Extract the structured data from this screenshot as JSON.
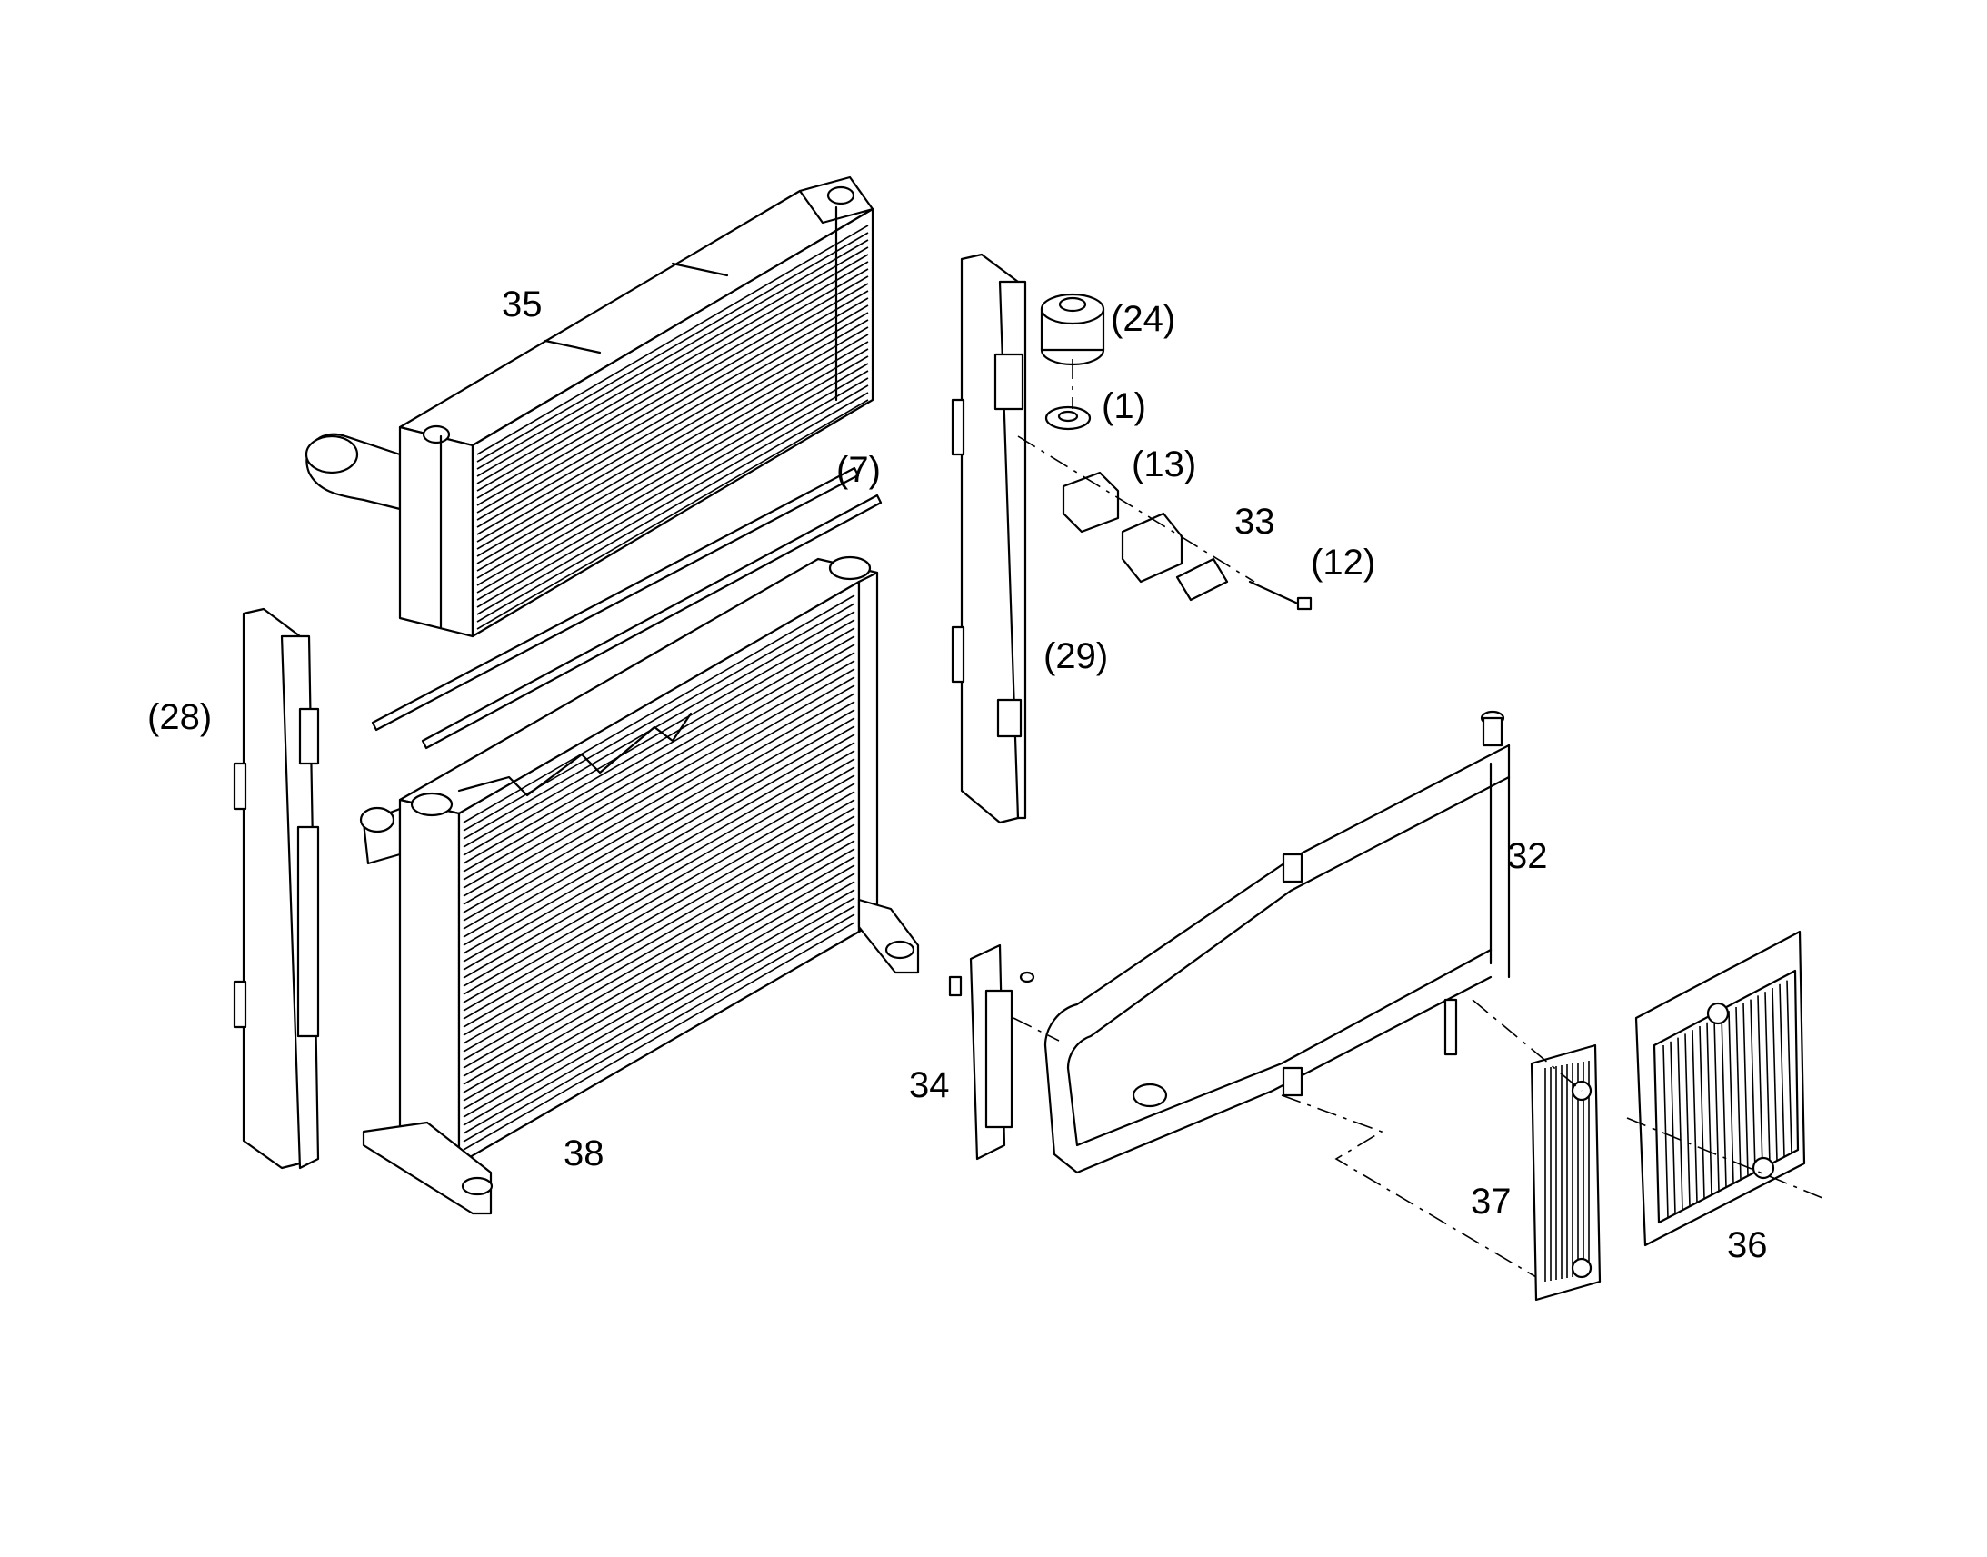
{
  "callouts": {
    "c35": "35",
    "c24": "(24)",
    "c1": "(1)",
    "c13": "(13)",
    "c7": "(7)",
    "c33": "33",
    "c12": "(12)",
    "c29": "(29)",
    "c28": "(28)",
    "c32": "32",
    "c34": "34",
    "c38": "38",
    "c37": "37",
    "c36": "36"
  }
}
